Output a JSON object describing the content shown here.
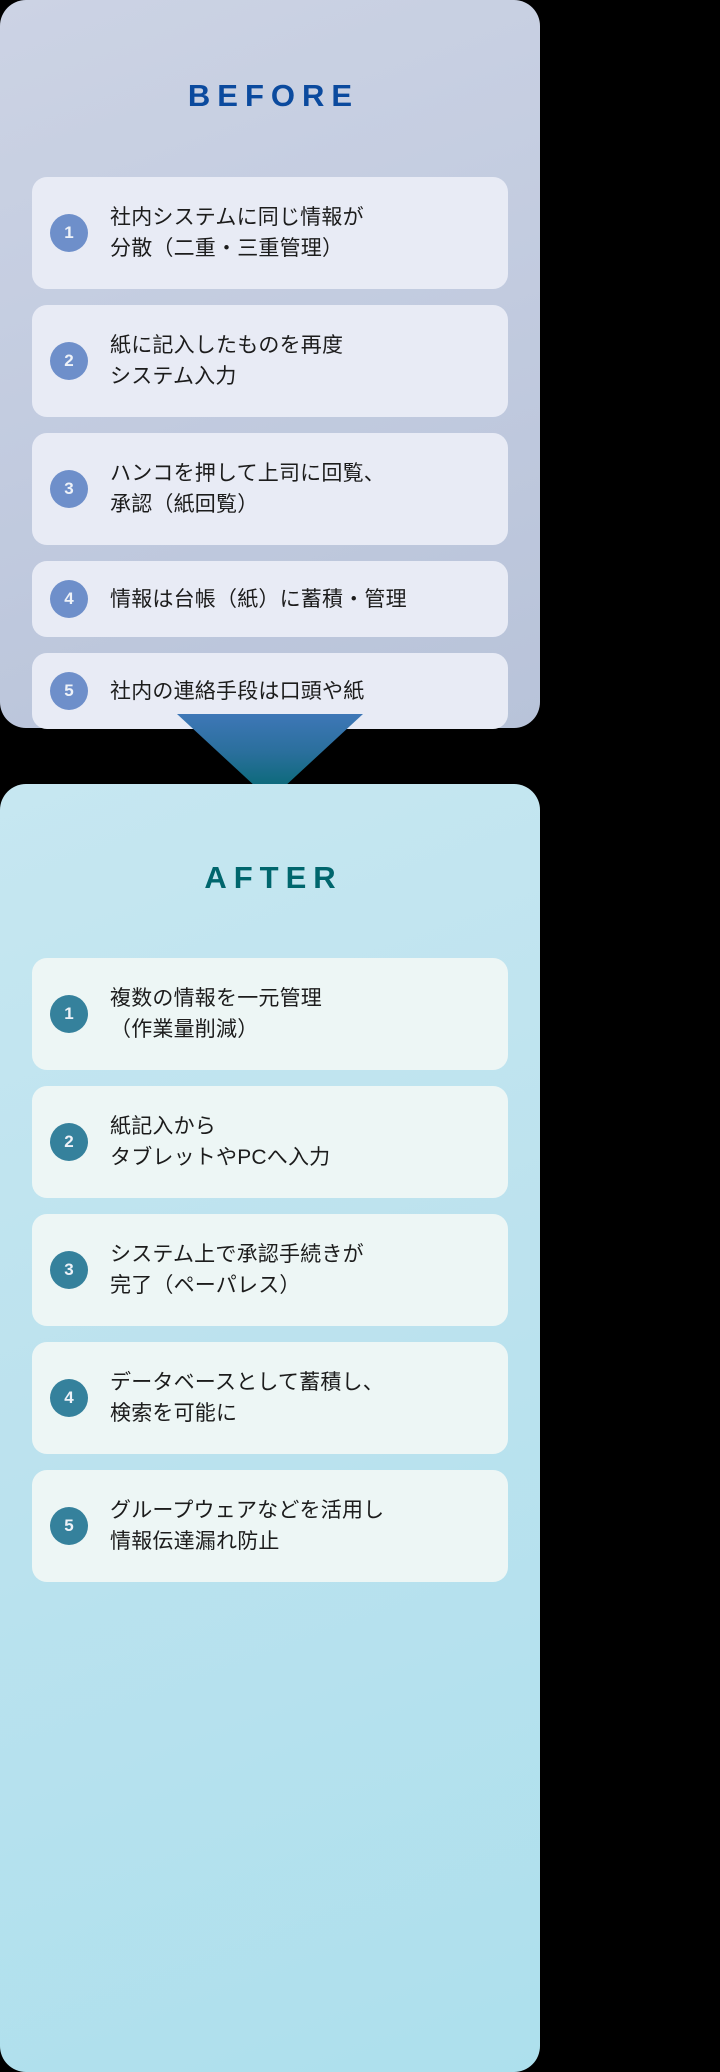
{
  "before": {
    "title": "BEFORE",
    "title_color": "#0b4a9e",
    "panel_color": "#c6cee1",
    "card_color": "#e8ebf5",
    "badge_color": "#6e8fca",
    "items": [
      {
        "number": "1",
        "text": "社内システムに同じ情報が\n分散（二重・三重管理）"
      },
      {
        "number": "2",
        "text": "紙に記入したものを再度\nシステム入力"
      },
      {
        "number": "3",
        "text": "ハンコを押して上司に回覧、\n承認（紙回覧）"
      },
      {
        "number": "4",
        "text": "情報は台帳（紙）に蓄積・管理"
      },
      {
        "number": "5",
        "text": "社内の連絡手段は口頭や紙"
      }
    ]
  },
  "arrow": {
    "name": "down-arrow",
    "gradient_from": "#3e77b7",
    "gradient_to": "#00686c"
  },
  "after": {
    "title": "AFTER",
    "title_color": "#00666d",
    "panel_color": "#bde3ef",
    "card_color": "#edf6f5",
    "badge_color": "#35819c",
    "items": [
      {
        "number": "1",
        "text": "複数の情報を一元管理\n（作業量削減）"
      },
      {
        "number": "2",
        "text": "紙記入から\nタブレットやPCへ入力"
      },
      {
        "number": "3",
        "text": "システム上で承認手続きが\n完了（ペーパレス）"
      },
      {
        "number": "4",
        "text": "データベースとして蓄積し、\n検索を可能に"
      },
      {
        "number": "5",
        "text": "グループウェアなどを活用し\n情報伝達漏れ防止"
      }
    ]
  }
}
